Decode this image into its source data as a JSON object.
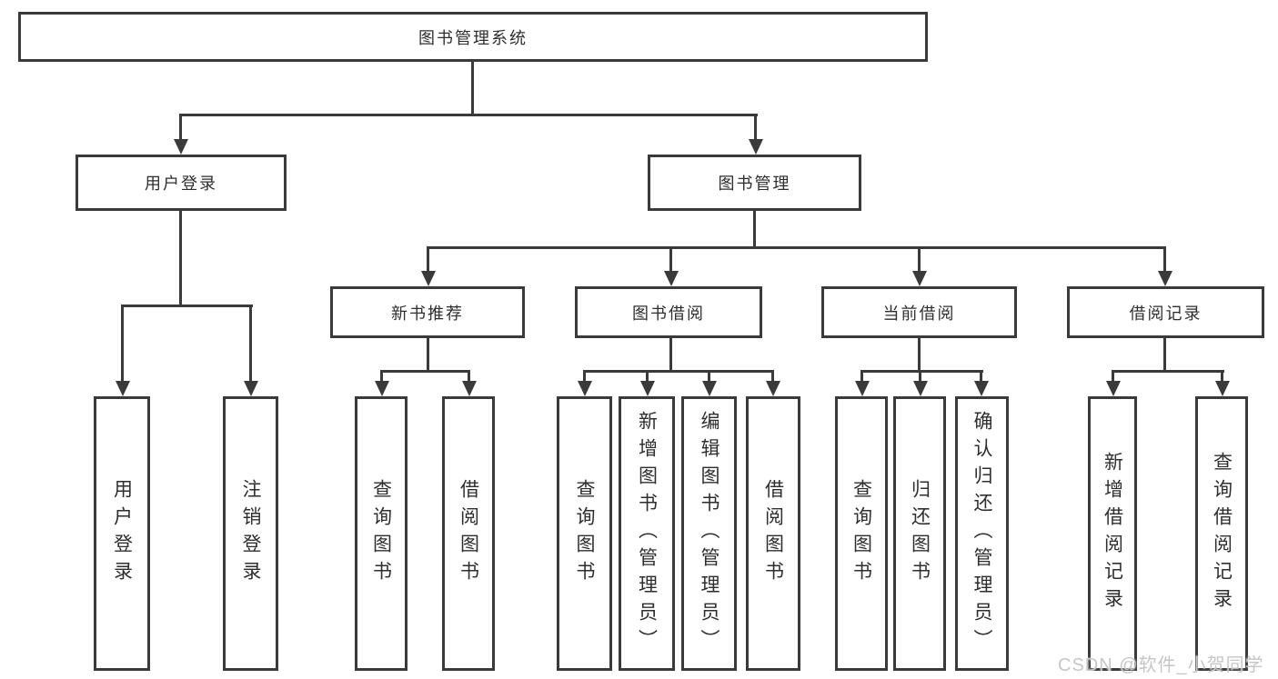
{
  "tree": {
    "root": {
      "label": "图书管理系统"
    },
    "branches": [
      {
        "label": "用户登录",
        "children": [
          {
            "label": "用户登录"
          },
          {
            "label": "注销登录"
          }
        ]
      },
      {
        "label": "图书管理",
        "children": [
          {
            "label": "新书推荐",
            "children": [
              {
                "label": "查询图书"
              },
              {
                "label": "借阅图书"
              }
            ]
          },
          {
            "label": "图书借阅",
            "children": [
              {
                "label": "查询图书"
              },
              {
                "label": "新增图书（管理员）"
              },
              {
                "label": "编辑图书（管理员）"
              },
              {
                "label": "借阅图书"
              }
            ]
          },
          {
            "label": "当前借阅",
            "children": [
              {
                "label": "查询图书"
              },
              {
                "label": "归还图书"
              },
              {
                "label": "确认归还（管理员）"
              }
            ]
          },
          {
            "label": "借阅记录",
            "children": [
              {
                "label": "新增借阅记录"
              },
              {
                "label": "查询借阅记录"
              }
            ]
          }
        ]
      }
    ]
  },
  "watermark": {
    "text": "CSDN @软件_小贺同学"
  },
  "colors": {
    "line": "#3a3a3a",
    "text": "#2e2e2e",
    "background": "#ffffff",
    "watermark": "#c6c6c6"
  }
}
